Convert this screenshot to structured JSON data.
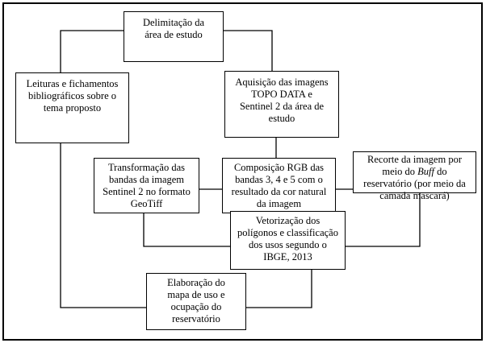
{
  "flowchart": {
    "nodes": {
      "delimitacao": "Delimitação da área de estudo",
      "leituras": "Leituras e fichamentos bibliográficos sobre o tema proposto",
      "aquisicao": "Aquisição das imagens TOPO DATA e Sentinel 2 da área de estudo",
      "transformacao": "Transformação das bandas da imagem Sentinel 2 no formato GeoTiff",
      "composicao": "Composição RGB das bandas 3, 4 e 5 com o resultado da cor natural da imagem",
      "recorte_pre": "Recorte da imagem por meio do",
      "recorte_italic": "Buff",
      "recorte_post": "do reservatório (por meio da camada mascará)",
      "vetorizacao": "Vetorização dos polígonos e classificação dos usos segundo o IBGE, 2013",
      "elaboracao": "Elaboração do mapa de uso e ocupação do reservatório"
    }
  }
}
